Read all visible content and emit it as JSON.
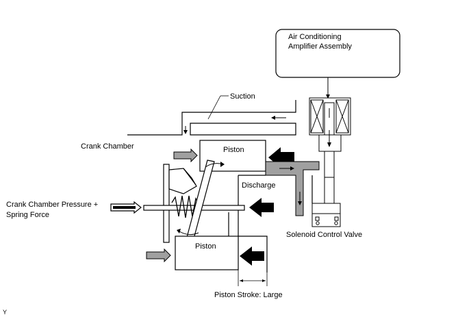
{
  "labels": {
    "amplifier_line1": "Air Conditioning",
    "amplifier_line2": "Amplifier Assembly",
    "suction": "Suction",
    "crank_chamber": "Crank Chamber",
    "piston_top": "Piston",
    "piston_bottom": "Piston",
    "discharge": "Discharge",
    "pressure_line1": "Crank Chamber Pressure +",
    "pressure_line2": "Spring Force",
    "solenoid_valve": "Solenoid Control Valve",
    "piston_stroke": "Piston Stroke: Large",
    "corner_mark": "Y"
  },
  "colors": {
    "stroke": "#000000",
    "discharge_passage": "#a0a0a0",
    "arrow_gray": "#a0a0a0",
    "arrow_black": "#000000"
  }
}
